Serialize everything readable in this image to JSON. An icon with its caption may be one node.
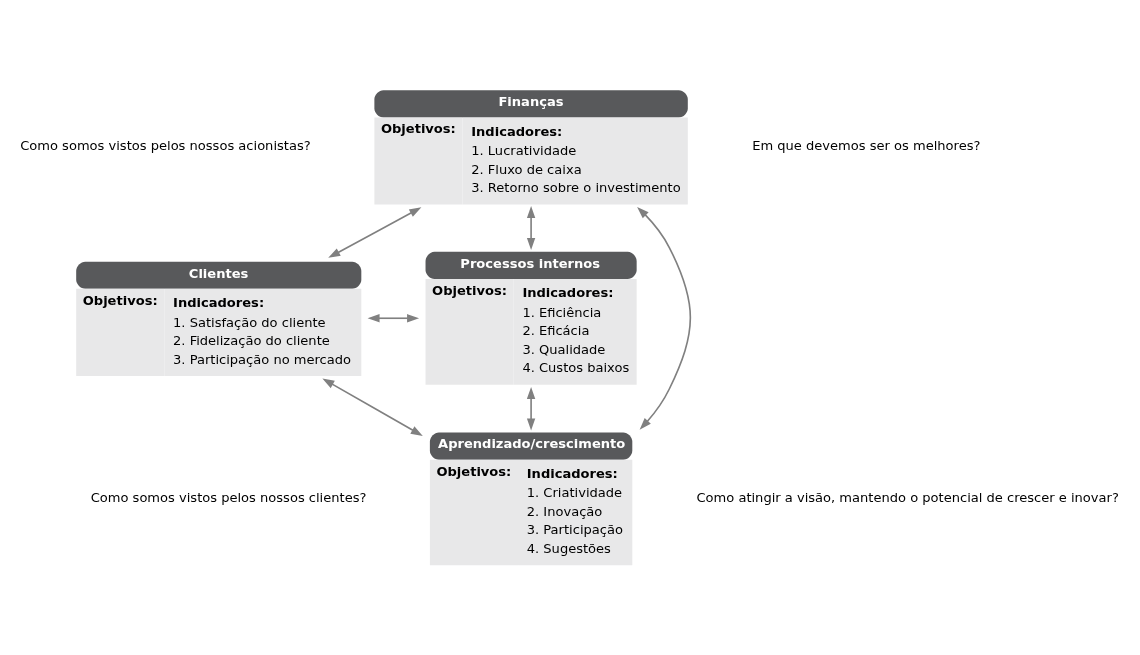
{
  "diagram": {
    "nodes": [
      {
        "text": [
          "Finanças",
          "Objetivos:",
          "Indicadores:",
          "1. Lucratividade",
          "2. Fluxo de caixa",
          "3. Retorno sobre o investimento"
        ]
      },
      {
        "text": [
          "Clientes",
          "Objetivos:",
          "Indicadores:",
          "1. Satisfação do cliente",
          "2. Fidelização do cliente",
          "3. Participação no mercado"
        ]
      },
      {
        "text": [
          "Processos internos",
          "Objetivos:",
          "Indicadores:",
          "1. Eficiência",
          "2. Eficácia",
          "3. Qualidade",
          "4. Custos baixos"
        ]
      },
      {
        "text": [
          "Aprendizado/crescimento",
          "Objetivos:",
          "Indicadores:",
          "1. Criatividade",
          "2. Inovação",
          "3. Participação",
          "4. Sugestões"
        ]
      }
    ],
    "edges": [
      {
        "from": 0,
        "to": 1,
        "arrow": "both"
      },
      {
        "from": 0,
        "to": 2,
        "arrow": "both"
      },
      {
        "from": 0,
        "to": 3,
        "arrow": "both"
      },
      {
        "from": 1,
        "to": 2,
        "arrow": "both"
      },
      {
        "from": 1,
        "to": 3,
        "arrow": "both"
      },
      {
        "from": 2,
        "to": 3,
        "arrow": "both"
      }
    ],
    "labels": [
      "Como somos vistos pelos nossos acionistas?",
      "Em que devemos ser os melhores?",
      "Como somos vistos pelos nossos clientes?",
      "Como atingir a visão, mantendo o potencial de crescer e inovar?"
    ]
  }
}
